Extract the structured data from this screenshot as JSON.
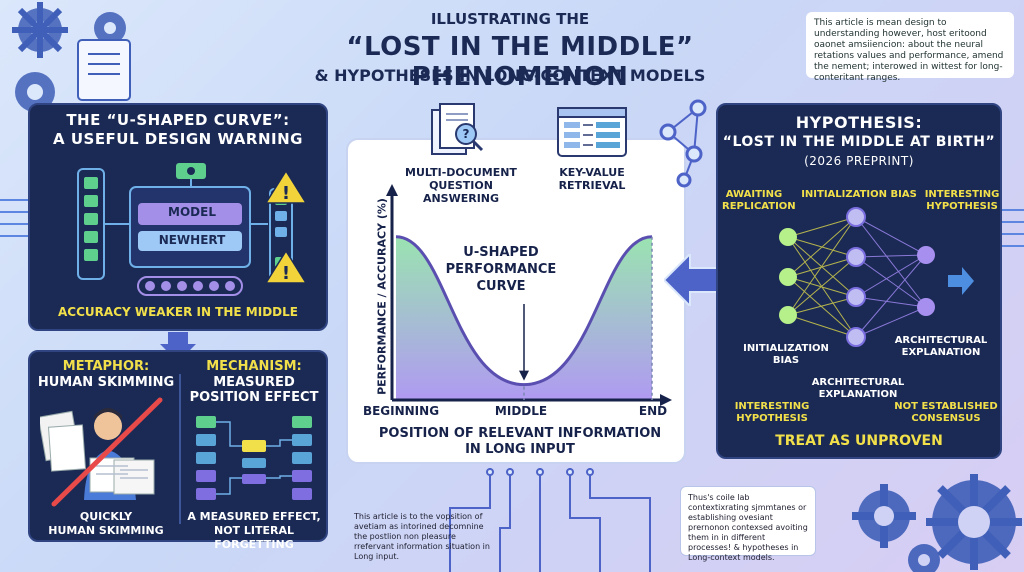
{
  "header": {
    "line1": "ILLUSTRATING THE",
    "line2": "“LOST IN THE MIDDLE” PHENOMENON",
    "line3": "& HYPOTHESES IN LONG-CONTEXT MODELS"
  },
  "notes": {
    "top_right": "This article is mean design to understanding however, host eritoond oaonet amsiiencion: about the neural retations values and performance, amend the nement; interowed in wittest for long-conteritant ranges.",
    "bottom_left": "This article is to the vopsition of avetiam as intorined decomnine the postlion non pleasure rrefervant information situation in Long input.",
    "bottom_right": "Thus's coile lab contextixrating sjmmtanes or establishing ovesiant prernonon contexsed avoiting them in in different processes! & hypotheses in Long-context models."
  },
  "left_panel": {
    "title_line1": "THE “U-SHAPED CURVE”:",
    "title_line2": "A USEFUL DESIGN WARNING",
    "model_label": "MODEL",
    "model_sub": "NEWHERT",
    "caption": "ACCURACY WEAKER IN THE MIDDLE"
  },
  "bottom_left_panel": {
    "metaphor_title": "METAPHOR:",
    "metaphor_sub": "HUMAN SKIMMING",
    "metaphor_caption_1": "QUICKLY",
    "metaphor_caption_2": "HUMAN SKIMMING",
    "mechanism_title": "MECHANISM:",
    "mechanism_sub_1": "MEASURED",
    "mechanism_sub_2": "POSITION EFFECT",
    "mechanism_caption_1": "A MEASURED EFFECT,",
    "mechanism_caption_2": "NOT LITERAL FORGETTING"
  },
  "center_panel": {
    "task1_line1": "MULTI-DOCUMENT",
    "task1_line2": "QUESTION ANSWERING",
    "task2_line1": "KEY-VALUE",
    "task2_line2": "RETRIEVAL",
    "curve_label_1": "U-SHAPED",
    "curve_label_2": "PERFORMANCE",
    "curve_label_3": "CURVE",
    "ylabel": "PERFORMANCE / ACCURACY (%)",
    "x_beginning": "BEGINNING",
    "x_middle": "MIDDLE",
    "x_end": "END",
    "xlabel_1": "POSITION OF RELEVANT INFORMATION",
    "xlabel_2": "IN LONG INPUT"
  },
  "right_panel": {
    "title_line1": "HYPOTHESIS:",
    "title_line2": "“LOST IN THE MIDDLE AT BIRTH”",
    "title_line3": "(2026 PREPRINT)",
    "awaiting_1": "AWAITING",
    "awaiting_2": "REPLICATION",
    "init_bias_top": "INITIALIZATION BIAS",
    "interesting_top_1": "INTERESTING",
    "interesting_top_2": "HYPOTHESIS",
    "init_bias_mid_1": "INITIALIZATION",
    "init_bias_mid_2": "BIAS",
    "arch_right_1": "ARCHITECTURAL",
    "arch_right_2": "EXPLANATION",
    "arch_center_1": "ARCHITECTURAL",
    "arch_center_2": "EXPLANATION",
    "interesting_bottom_1": "INTERESTING",
    "interesting_bottom_2": "HYPOTHESIS",
    "consensus_1": "NOT ESTABLISHED",
    "consensus_2": "CONSENSUS",
    "verdict": "TREAT AS UNPROVEN"
  },
  "colors": {
    "panel_bg": "#1b2a55",
    "accent_yellow": "#f2e04a",
    "curve_purple": "#5a4fb0",
    "fill_green": "#8fe0a8",
    "fill_violet": "#a78ff0",
    "arrow_blue": "#4d63c8"
  },
  "chart_data": {
    "type": "area",
    "title": "",
    "xlabel": "POSITION OF RELEVANT INFORMATION IN LONG INPUT",
    "ylabel": "PERFORMANCE / ACCURACY (%)",
    "categories": [
      "BEGINNING",
      "MIDDLE",
      "END"
    ],
    "series": [
      {
        "values": [
          0.85,
          0.08,
          0.85
        ]
      }
    ],
    "annotations": [
      "U-SHAPED PERFORMANCE CURVE"
    ],
    "grid": false
  }
}
